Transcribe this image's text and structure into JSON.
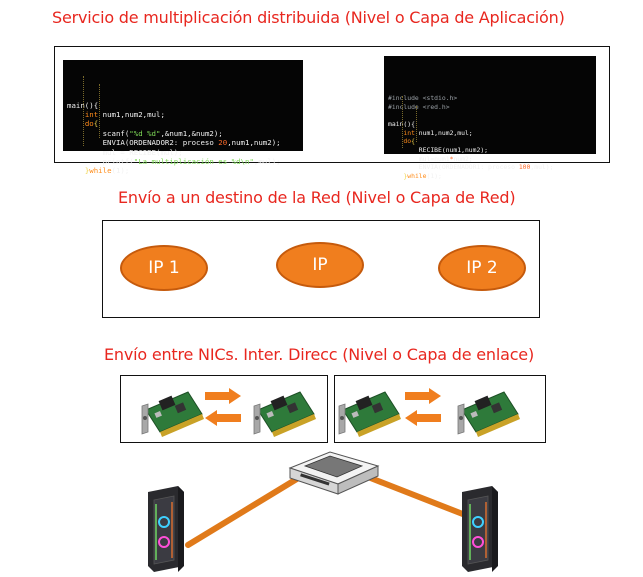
{
  "headings": {
    "application": "Servicio de multiplicación distribuida (Nivel o Capa de Aplicación)",
    "network": "Envío a un destino de la Red (Nivel o Capa de Red)",
    "link": "Envío entre NICs. Inter. Direcc (Nivel o Capa de enlace)"
  },
  "code_left": [
    [
      {
        "t": "main(){",
        "c": "plain"
      }
    ],
    [
      {
        "t": "    ",
        "c": "plain"
      },
      {
        "t": "int",
        "c": "kw"
      },
      {
        "t": " num1,num2,mul;",
        "c": "plain"
      }
    ],
    [
      {
        "t": "    ",
        "c": "plain"
      },
      {
        "t": "do",
        "c": "kw"
      },
      {
        "t": "{",
        "c": "brk"
      }
    ],
    [
      {
        "t": "        scanf(",
        "c": "plain"
      },
      {
        "t": "\"%d %d\"",
        "c": "str"
      },
      {
        "t": ",&num1,&num2);",
        "c": "plain"
      }
    ],
    [
      {
        "t": "        ENVIA(ORDENADOR2: proceso ",
        "c": "plain"
      },
      {
        "t": "20",
        "c": "num"
      },
      {
        "t": ",num1,num2);",
        "c": "plain"
      }
    ],
    [
      {
        "t": "        mul = RECIBE(mul);",
        "c": "plain"
      }
    ],
    [
      {
        "t": "        printf(",
        "c": "plain"
      },
      {
        "t": "\"La multiplicación es %d\\n\"",
        "c": "str"
      },
      {
        "t": ",mul);",
        "c": "plain"
      }
    ],
    [
      {
        "t": "    ",
        "c": "plain"
      },
      {
        "t": "}",
        "c": "brk"
      },
      {
        "t": "while",
        "c": "kw"
      },
      {
        "t": "(1);",
        "c": "plain"
      }
    ]
  ],
  "code_right": [
    [
      {
        "t": "#include <stdio.h>",
        "c": "mac"
      }
    ],
    [
      {
        "t": "#include <red.h>",
        "c": "mac"
      }
    ],
    [
      {
        "t": "",
        "c": "plain"
      }
    ],
    [
      {
        "t": "main(){",
        "c": "plain"
      }
    ],
    [
      {
        "t": "    ",
        "c": "plain"
      },
      {
        "t": "int",
        "c": "kw"
      },
      {
        "t": " num1,num2,mul;",
        "c": "plain"
      }
    ],
    [
      {
        "t": "    ",
        "c": "plain"
      },
      {
        "t": "do",
        "c": "kw"
      },
      {
        "t": "{",
        "c": "brk"
      }
    ],
    [
      {
        "t": "        RECIBE(num1,num2);",
        "c": "plain"
      }
    ],
    [
      {
        "t": "        mul=num1",
        "c": "plain"
      },
      {
        "t": "*",
        "c": "num"
      },
      {
        "t": "num2;",
        "c": "plain"
      }
    ],
    [
      {
        "t": "        ENVIA(ORDENADOR1: proceso ",
        "c": "plain"
      },
      {
        "t": "100",
        "c": "num"
      },
      {
        "t": ",mul);",
        "c": "plain"
      }
    ],
    [
      {
        "t": "    ",
        "c": "plain"
      },
      {
        "t": "}",
        "c": "brk"
      },
      {
        "t": "while",
        "c": "kw"
      },
      {
        "t": "(1);",
        "c": "plain"
      }
    ]
  ],
  "network_nodes": {
    "ip1": "IP 1",
    "ip": "IP",
    "ip2": "IP 2"
  },
  "colors": {
    "heading": "#e8271f",
    "ip_node_fill": "#f07e1e",
    "arrow": "#f07e1e",
    "link_line": "#e07a1a"
  }
}
